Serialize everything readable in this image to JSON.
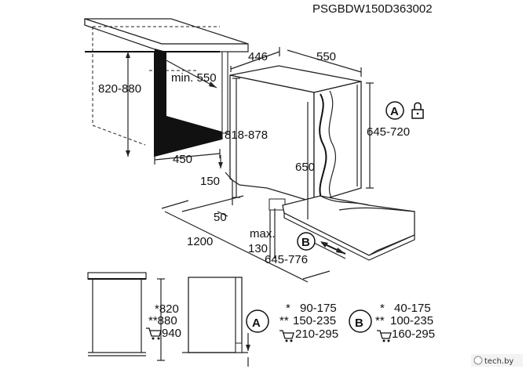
{
  "model_code": "PSGBDW150D363002",
  "dimensions": {
    "d446": "446",
    "d550": "550",
    "d820_880": "820-880",
    "min550": "min. 550",
    "d818_878": "818-878",
    "d645_720": "645-720",
    "d450": "450",
    "d650": "650",
    "d150": "150",
    "d50": "50",
    "d1200": "1200",
    "max": "max.",
    "d130": "130",
    "d645_776": "645-776"
  },
  "markers": {
    "A": "A",
    "B": "B"
  },
  "side_labels": {
    "s820": "*820",
    "s880": "**880",
    "s940": "940"
  },
  "table_A": {
    "marker": "A",
    "rows": [
      {
        "key": "*",
        "value": "90-175"
      },
      {
        "key": "**",
        "value": "150-235"
      },
      {
        "key": "cart",
        "value": "210-295"
      }
    ]
  },
  "table_B": {
    "marker": "B",
    "rows": [
      {
        "key": "*",
        "value": "40-175"
      },
      {
        "key": "**",
        "value": "100-235"
      },
      {
        "key": "cart",
        "value": "160-295"
      }
    ]
  },
  "watermark": "tech.by"
}
